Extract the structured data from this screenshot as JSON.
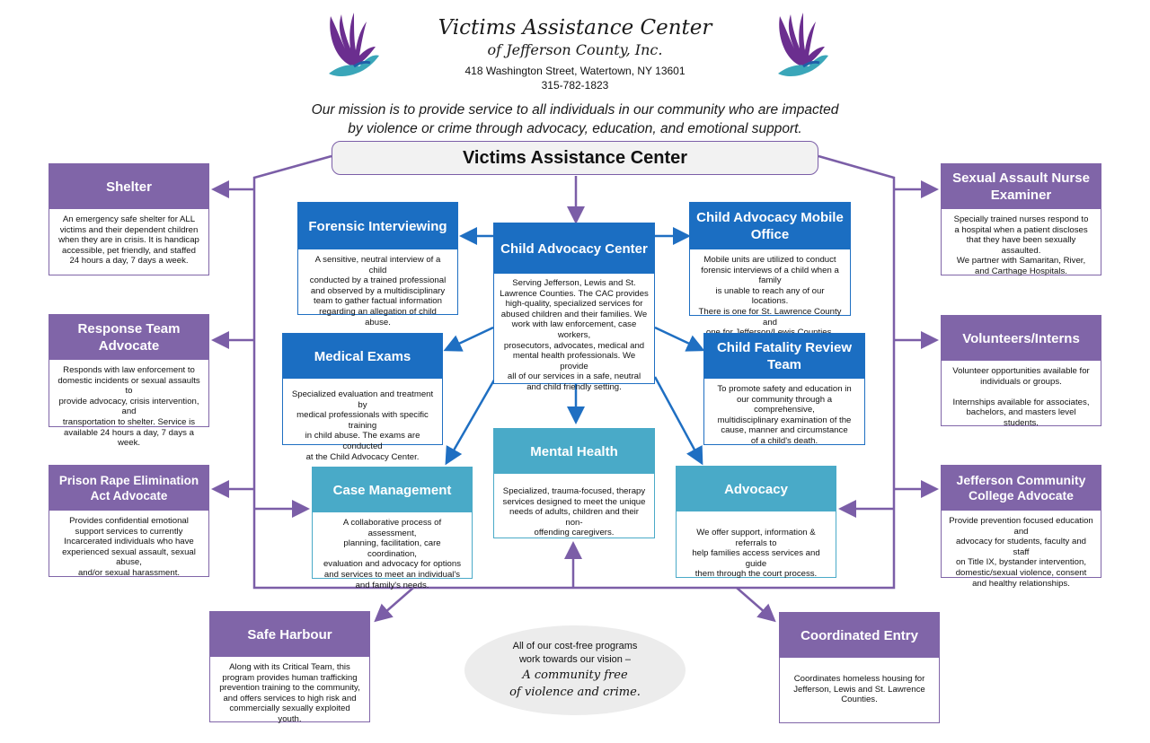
{
  "header": {
    "org_name": "Victims Assistance Center",
    "org_sub": "of Jefferson County, Inc.",
    "address": "418 Washington Street, Watertown, NY 13601",
    "phone": "315-782-1823",
    "mission_line1": "Our mission is to provide service to all individuals in our community who are impacted",
    "mission_line2": "by violence or crime through advocacy, education, and emotional support."
  },
  "center_title": "Victims Assistance Center",
  "colors": {
    "purple": "#8065a8",
    "blue": "#1b6ec2",
    "teal": "#49aac8",
    "arrow_blue": "#1f6fc2"
  },
  "left_boxes": [
    {
      "title": "Shelter",
      "body": [
        "An emergency safe shelter for ALL",
        "victims and their dependent children",
        "when they are in crisis.  It is handicap",
        "accessible, pet friendly, and staffed",
        "24 hours a day, 7 days a week."
      ]
    },
    {
      "title": "Response Team Advocate",
      "body": [
        "Responds with law enforcement to",
        "domestic incidents or sexual assaults to",
        "provide advocacy, crisis intervention, and",
        "transportation to shelter. Service is",
        "available 24 hours a day, 7 days a week."
      ]
    },
    {
      "title": "Prison Rape Elimination Act Advocate",
      "body": [
        "Provides confidential emotional",
        "support services to currently",
        "Incarcerated individuals who have",
        "experienced sexual assault, sexual abuse,",
        "and/or sexual harassment."
      ]
    }
  ],
  "right_boxes": [
    {
      "title": "Sexual Assault Nurse Examiner",
      "body": [
        "Specially trained nurses respond to",
        "a hospital when a patient discloses",
        "that they have been sexually assaulted.",
        "We partner with Samaritan, River,",
        "and Carthage Hospitals."
      ]
    },
    {
      "title": "Volunteers/Interns",
      "body": [
        "Volunteer opportunities available for",
        "individuals or groups.",
        "",
        "Internships available for associates,",
        "bachelors, and masters level students."
      ]
    },
    {
      "title": "Jefferson Community College Advocate",
      "body": [
        "Provide prevention focused education and",
        "advocacy for students, faculty and staff",
        "on Title IX, bystander intervention,",
        "domestic/sexual violence, consent",
        "and healthy relationships."
      ]
    }
  ],
  "inner_boxes": {
    "forensic": {
      "title": "Forensic Interviewing",
      "body": [
        "A sensitive, neutral interview of a child",
        "conducted by a trained professional",
        "and observed by a multidisciplinary",
        "team to gather factual information",
        "regarding an allegation of child abuse."
      ]
    },
    "cac": {
      "title": "Child Advocacy Center",
      "body": [
        "Serving Jefferson, Lewis and St.",
        "Lawrence Counties.  The CAC provides",
        "high-quality, specialized services for",
        "abused children and their families. We",
        "work with law enforcement, case workers,",
        "prosecutors, advocates, medical and",
        "mental health professionals. We provide",
        "all of our services in a safe, neutral",
        "and child friendly setting."
      ]
    },
    "mobile": {
      "title": "Child Advocacy Mobile Office",
      "body": [
        "Mobile units are utilized to conduct",
        "forensic interviews of a child when a family",
        "is unable to reach any of our locations.",
        "There is one for St. Lawrence County and",
        "one for Jefferson/Lewis Counties."
      ]
    },
    "medical": {
      "title": "Medical Exams",
      "body": [
        "Specialized evaluation and treatment by",
        "medical professionals with specific training",
        "in child abuse.  The exams are conducted",
        "at the Child Advocacy Center."
      ]
    },
    "fatality": {
      "title": "Child Fatality Review Team",
      "body": [
        "To promote safety and education in",
        "our community through a comprehensive,",
        "multidisciplinary examination of the",
        "cause, manner and circumstance",
        "of a child's death."
      ]
    },
    "mental": {
      "title": "Mental Health",
      "body": [
        "Specialized, trauma-focused, therapy",
        "services designed to meet the unique",
        "needs of adults, children and their non-",
        "offending caregivers."
      ]
    },
    "case": {
      "title": "Case Management",
      "body": [
        "A collaborative process of assessment,",
        "planning, facilitation, care coordination,",
        "evaluation and advocacy for options",
        "and services to meet an individual's",
        "and family's needs."
      ]
    },
    "advocacy": {
      "title": "Advocacy",
      "body": [
        "We offer support, information & referrals to",
        "help families access services and guide",
        "them through the court process."
      ]
    }
  },
  "bottom_boxes": {
    "safe_harbour": {
      "title": "Safe Harbour",
      "body": [
        "Along with its Critical Team, this",
        "program provides human trafficking",
        "prevention training to the community,",
        "and offers services to high risk and",
        "commercially sexually exploited youth."
      ]
    },
    "coordinated": {
      "title": "Coordinated Entry",
      "body": [
        "Coordinates homeless housing for",
        "Jefferson, Lewis and St. Lawrence",
        "Counties."
      ]
    }
  },
  "vision": {
    "line1": "All of our cost-free programs",
    "line2": "work towards our vision –",
    "line3": "A community free",
    "line4": "of violence and crime."
  },
  "icons": [
    "hands-bird-logo-left",
    "hands-bird-logo-right"
  ]
}
